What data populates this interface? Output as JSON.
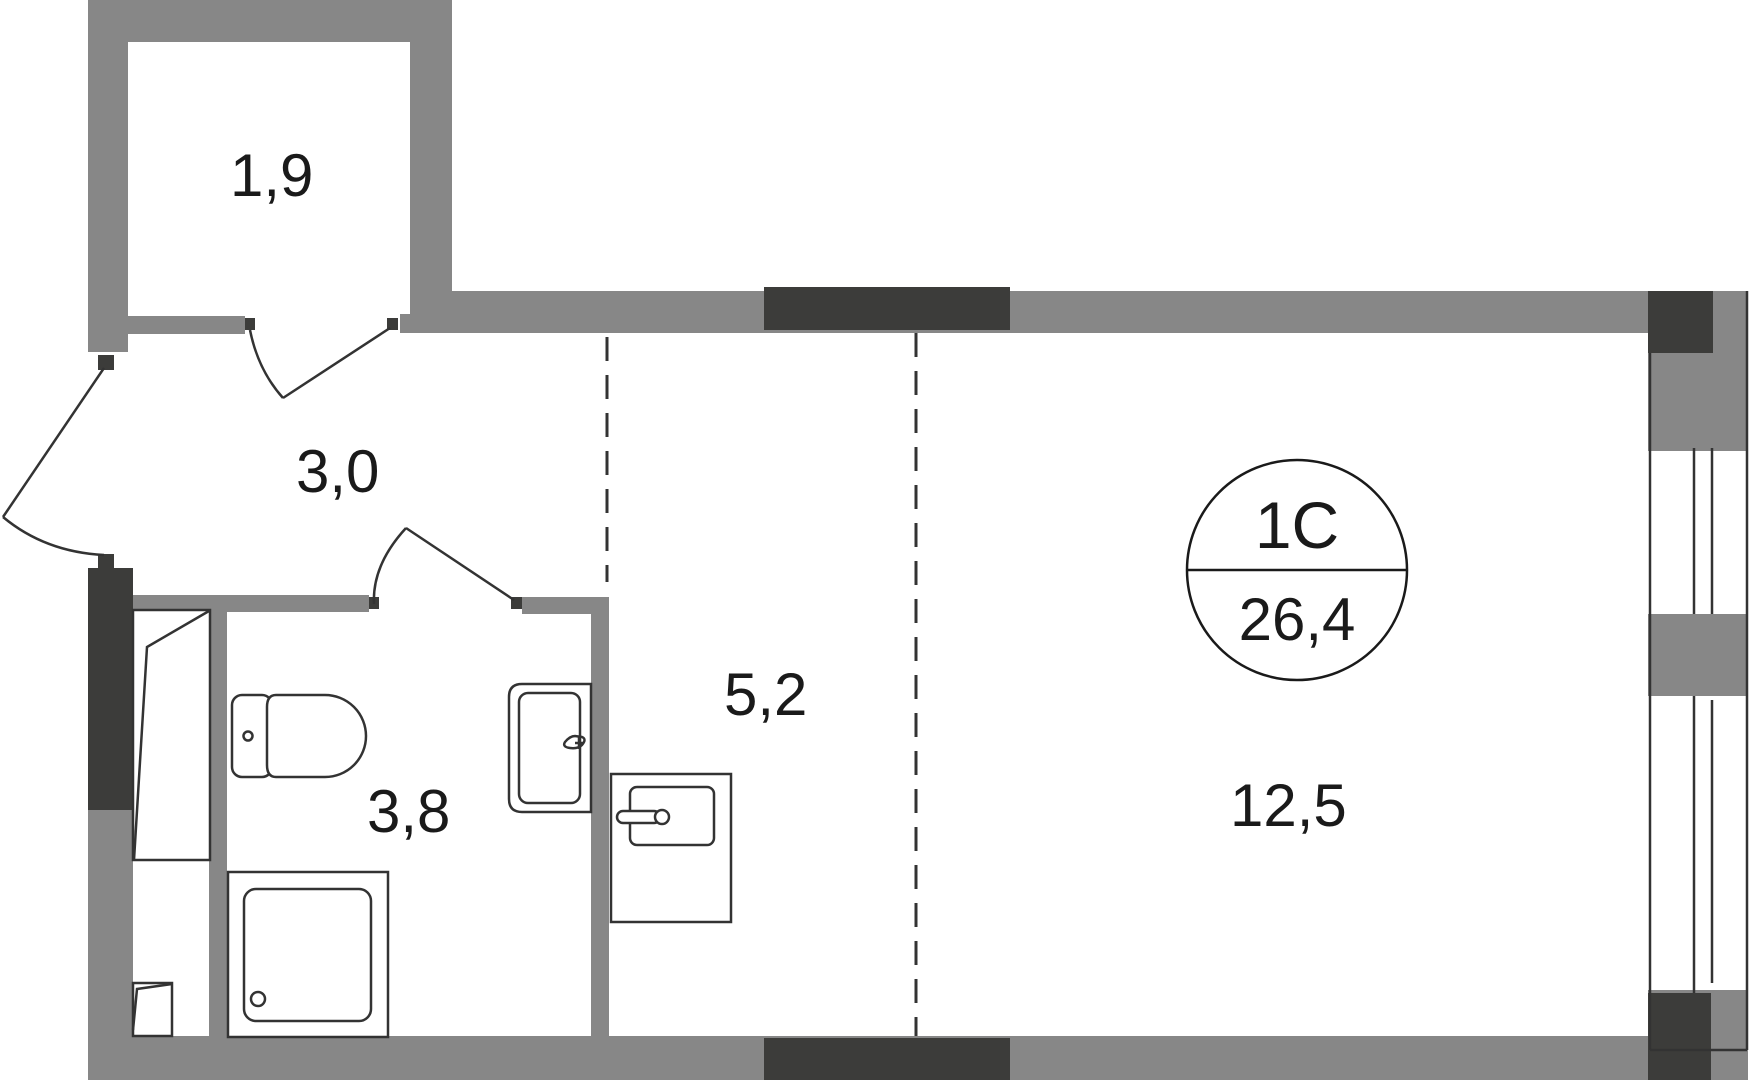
{
  "plan": {
    "apartment_type": "1С",
    "total_area": "26,4",
    "rooms": [
      {
        "id": "storage",
        "area": "1,9"
      },
      {
        "id": "hallway",
        "area": "3,0"
      },
      {
        "id": "bathroom",
        "area": "3,8"
      },
      {
        "id": "kitchen",
        "area": "5,2"
      },
      {
        "id": "living-room",
        "area": "12,5"
      }
    ]
  },
  "colors": {
    "wall": "#878787",
    "window_block": "#3c3c3a",
    "line": "#333333",
    "background": "#ffffff"
  }
}
